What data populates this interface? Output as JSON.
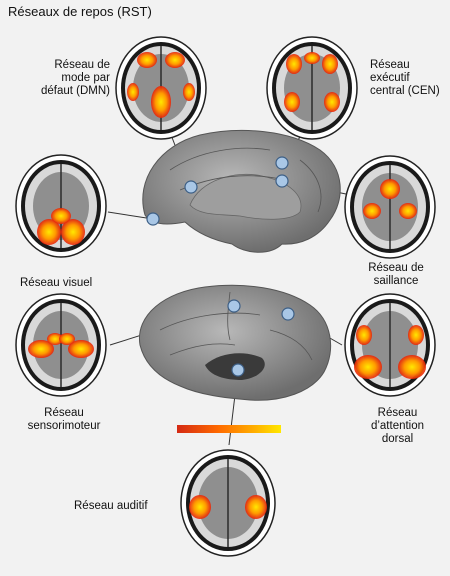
{
  "title": "Réseaux de repos (RST)",
  "labels": {
    "dmn": [
      "Réseau de",
      "mode par",
      "défaut (DMN)"
    ],
    "cen": [
      "Réseau",
      "exécutif",
      "central (CEN)"
    ],
    "visual": [
      "Réseau visuel"
    ],
    "salience": [
      "Réseau de",
      "saillance"
    ],
    "sensorimotor": [
      "Réseau",
      "sensorimoteur"
    ],
    "dorsal": [
      "Réseau",
      "d’attention",
      "dorsal"
    ],
    "auditory": [
      "Réseau auditif"
    ]
  },
  "colors": {
    "background": "#f2f2f2",
    "brain_gray": "#8a8a8a",
    "marker": "#a9c7e6",
    "activation_hot": "#ff3b00",
    "activation_warm": "#ffd400"
  },
  "colorbar": [
    "#d42a14",
    "#ff6a00",
    "#ffb000",
    "#ffe800"
  ]
}
